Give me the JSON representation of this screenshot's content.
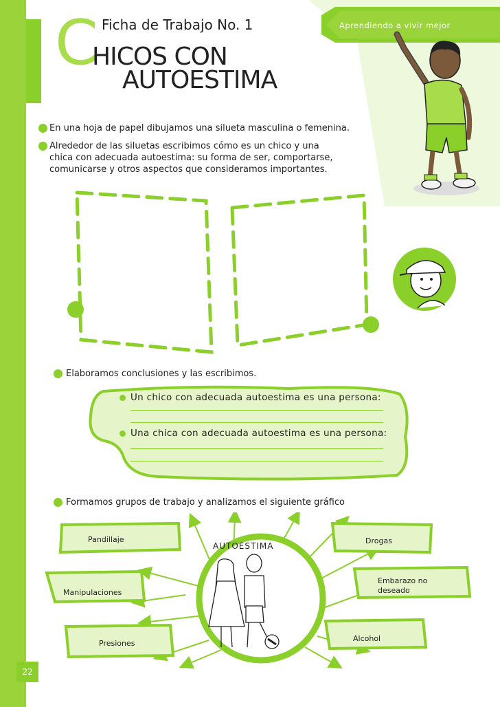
{
  "header": {
    "tagline": "Aprendiendo a vivir mejor",
    "ficha": "Ficha de Trabajo No. 1",
    "title_initial": "C",
    "title_line1": "HICOS CON",
    "title_line2": "AUTOESTIMA"
  },
  "instructions": [
    "En una hoja de papel dibujamos una silueta masculina o femenina.",
    "Alrededor de las siluetas escribimos cómo es un chico y una",
    "chica con adecuada autoestima: su forma de ser, comportarse,",
    "comunicarse y otros aspectos que consideramos importantes."
  ],
  "conclusions": {
    "intro": "Elaboramos conclusiones y las escribimos.",
    "item1": "Un chico con adecuada autoestima es una persona:",
    "item2": "Una chica con adecuada autoestima es una persona:"
  },
  "groups": {
    "intro": "Formamos grupos de trabajo y analizamos el siguiente gráfico"
  },
  "diagram": {
    "center": "AUTOESTIMA",
    "pandillaje": "Pandillaje",
    "manipulaciones": "Manipulaciones",
    "presiones": "Presiones",
    "drogas": "Drogas",
    "embarazo_l1": "Embarazo no",
    "embarazo_l2": "deseado",
    "alcohol": "Alcohol"
  },
  "page_number": "22",
  "colors": {
    "accent": "#8bcf2a",
    "accent_light": "#e6f5c9",
    "header_dark": "#6fbf24"
  }
}
